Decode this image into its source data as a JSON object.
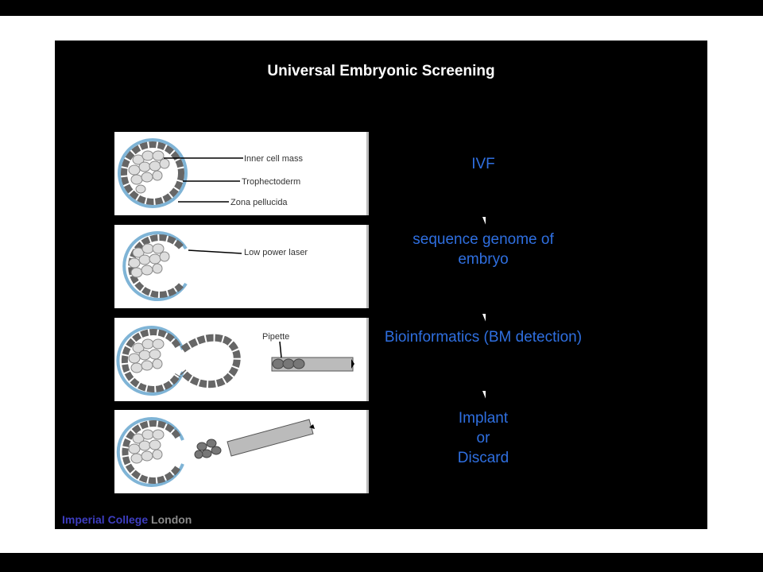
{
  "title": "Universal Embryonic Screening",
  "panels": {
    "p1": {
      "inner_cell_mass": "Inner cell mass",
      "trophectoderm": "Trophectoderm",
      "zona_pellucida": "Zona pellucida"
    },
    "p2": {
      "laser": "Low power laser"
    },
    "p3": {
      "pipette": "Pipette"
    }
  },
  "flow": {
    "step1": "IVF",
    "step2_line1": "sequence genome of",
    "step2_line2": "embryo",
    "step3": "Bioinformatics (BM detection)",
    "step4_line1": "Implant",
    "step4_line2": "or",
    "step4_line3": "Discard"
  },
  "footer": {
    "part1": "Imperial College",
    "part2": "London"
  },
  "colors": {
    "flow_text": "#2f6fe0",
    "footer_blue": "#3d3dc0",
    "footer_gray": "#8a8a8a"
  }
}
